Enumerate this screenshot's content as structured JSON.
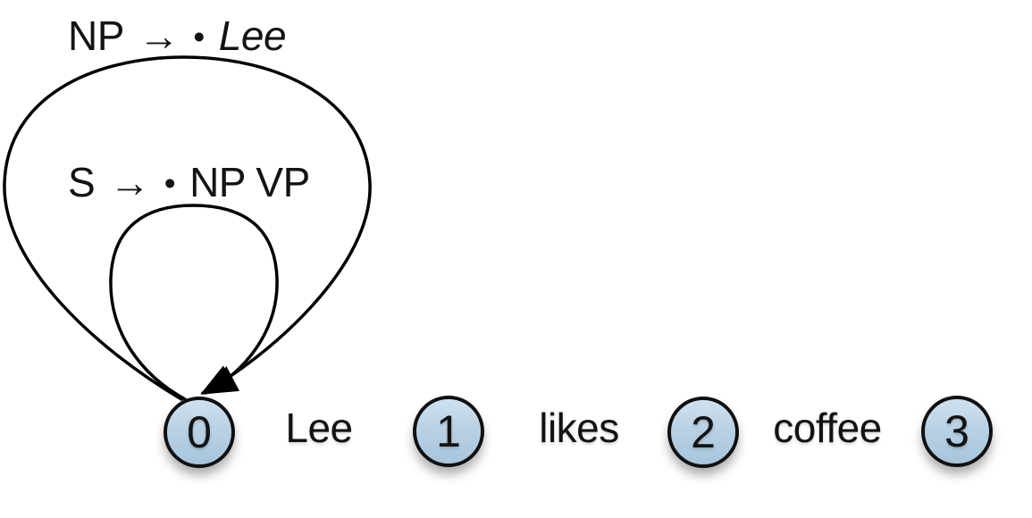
{
  "diagram": {
    "description": "Chart parsing diagram: predicted dotted rules as self-loop edges on position 0 over the sentence 'Lee likes coffee'",
    "rules": [
      {
        "lhs": "NP",
        "arrow": "→",
        "dot": "•",
        "rhs": "Lee"
      },
      {
        "lhs": "S",
        "arrow": "→",
        "dot": "•",
        "rhs": "NP VP"
      }
    ],
    "nodes": [
      {
        "label": "0"
      },
      {
        "label": "1"
      },
      {
        "label": "2"
      },
      {
        "label": "3"
      }
    ],
    "words": [
      {
        "text": "Lee"
      },
      {
        "text": "likes"
      },
      {
        "text": "coffee"
      }
    ],
    "colors": {
      "ink": "#131313",
      "arc_stroke": "#000000",
      "node_fill_top": "#cfe1ef",
      "node_fill_bottom": "#a7c5dc",
      "node_stroke": "#101010"
    }
  }
}
